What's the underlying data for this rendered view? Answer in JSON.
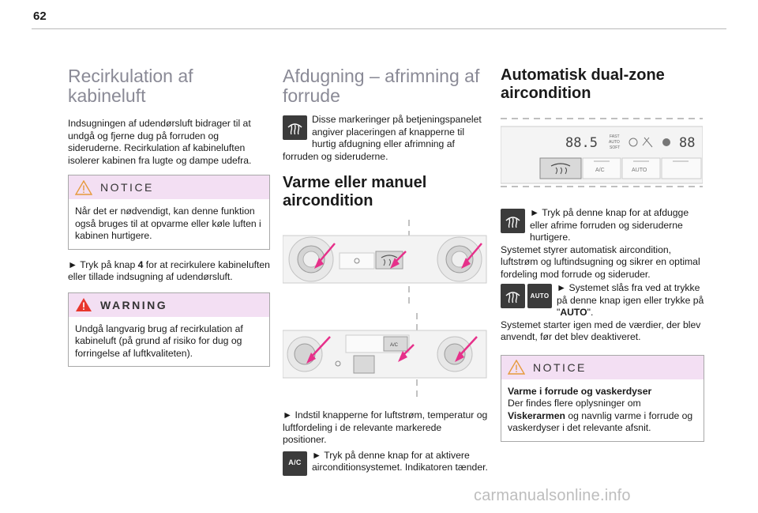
{
  "page": {
    "number": "62"
  },
  "col1": {
    "title": "Recirkulation af kabineluft",
    "intro": "Indsugningen af udendørsluft bidrager til at undgå og fjerne dug på forruden og sideruderne. Recirkulation af kabineluften isolerer kabinen fra lugte og dampe udefra.",
    "notice": {
      "title": "NOTICE",
      "text": "Når det er nødvendigt, kan denne funktion også bruges til at opvarme eller køle luften i kabinen hurtigere."
    },
    "step_prefix": "► Tryk på knap ",
    "step_key": "4",
    "step_suffix": " for at recirkulere kabineluften eller tillade indsugning af udendørsluft.",
    "warning": {
      "title": "WARNING",
      "text": "Undgå langvarig brug af recirkulation af kabineluft (på grund af risiko for dug og forringelse af luftkvaliteten)."
    }
  },
  "col2": {
    "title": "Afdugning – afrimning af forrude",
    "intro": "Disse markeringer på betjeningspanelet angiver placeringen af knapperne til hurtig afdugning eller afrimning af forruden og sideruderne.",
    "subtitle": "Varme eller manuel aircondition",
    "step1": "► Indstil knapperne for luftstrøm, temperatur og luftfordeling i de relevante markerede positioner.",
    "step2": "► Tryk på denne knap for at aktivere airconditionsystemet. Indikatoren tænder.",
    "ac_icon_label": "A/C",
    "panel_ac_label": "A/C"
  },
  "col3": {
    "title": "Automatisk dual-zone aircondition",
    "panel": {
      "display_left": "88.5",
      "fast_label": "FAST",
      "auto_label": "AUTO",
      "soft_label": "SOFT",
      "display_right": "88",
      "ac_label": "A/C",
      "auto_button": "AUTO"
    },
    "step1": "► Tryk på denne knap for at afdugge eller afrime forruden og sideruderne hurtigere.",
    "text1": "Systemet styrer automatisk aircondition, luftstrøm og luftindsugning og sikrer en optimal fordeling mod forrude og sideruder.",
    "auto_icon_label": "AUTO",
    "step2_prefix": "► Systemet slås fra ved at trykke på denne knap igen eller trykke på \"",
    "step2_key": "AUTO",
    "step2_suffix": "\".",
    "text2": "Systemet starter igen med de værdier, der blev anvendt, før det blev deaktiveret.",
    "notice": {
      "title": "NOTICE",
      "heading": "Varme i forrude og vaskerdyser",
      "text_prefix": "Der findes flere oplysninger om ",
      "text_key": "Viskerarmen",
      "text_suffix": " og navnlig varme i forrude og vaskerdyser i det relevante afsnit."
    }
  },
  "watermark": "carmanualsonline.info",
  "colors": {
    "heading_light": "#8a8a96",
    "box_header": "#f3dff3",
    "pointer": "#e6308a",
    "icon_dark": "#3b3b3b"
  }
}
